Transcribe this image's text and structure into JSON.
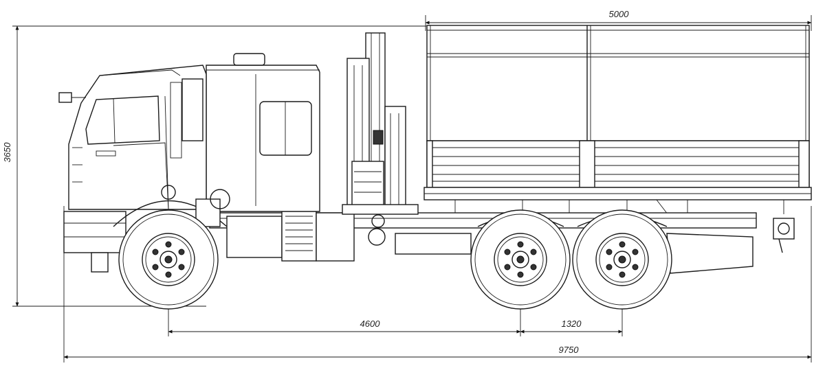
{
  "dimensions": {
    "platform_length": "5000",
    "overall_height": "3650",
    "wheelbase_front": "4600",
    "rear_axle_spacing": "1320",
    "overall_length": "9750"
  }
}
